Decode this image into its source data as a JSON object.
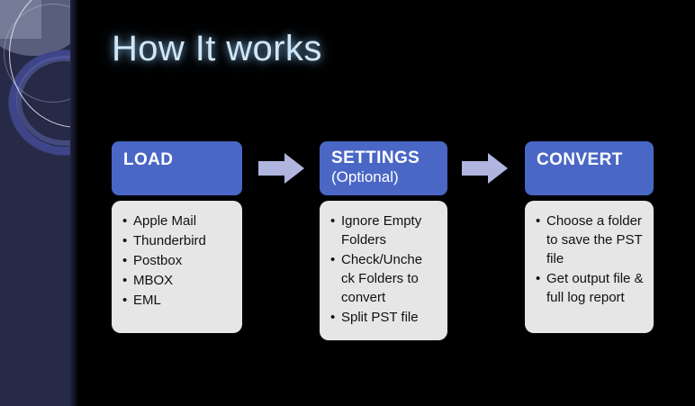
{
  "slide": {
    "title": "How It works",
    "background_color": "#000000",
    "accent_color": "#4a67c6",
    "arrow_color": "#b0b5e0",
    "title_color": "#cfe6f7",
    "panel_color": "#e6e6e6",
    "sidebar_color": "#262a47"
  },
  "flow": {
    "arrows": [
      {
        "name": "arrow-load-to-settings",
        "direction": "right"
      },
      {
        "name": "arrow-settings-to-convert",
        "direction": "right"
      }
    ],
    "steps": [
      {
        "id": "load",
        "header": "LOAD",
        "subheader": "",
        "bullet": "•",
        "items": [
          "Apple Mail",
          "Thunderbird",
          "Postbox",
          "MBOX",
          "EML"
        ]
      },
      {
        "id": "settings",
        "header": "SETTINGS",
        "subheader": "(Optional)",
        "bullet": "•",
        "items": [
          "Ignore Empty Folders",
          "Check/Unche ck Folders to convert",
          "Split PST file"
        ]
      },
      {
        "id": "convert",
        "header": "CONVERT",
        "subheader": "",
        "bullet": "•",
        "items": [
          "Choose a folder to save the PST file",
          "Get output file & full log report"
        ]
      }
    ]
  }
}
